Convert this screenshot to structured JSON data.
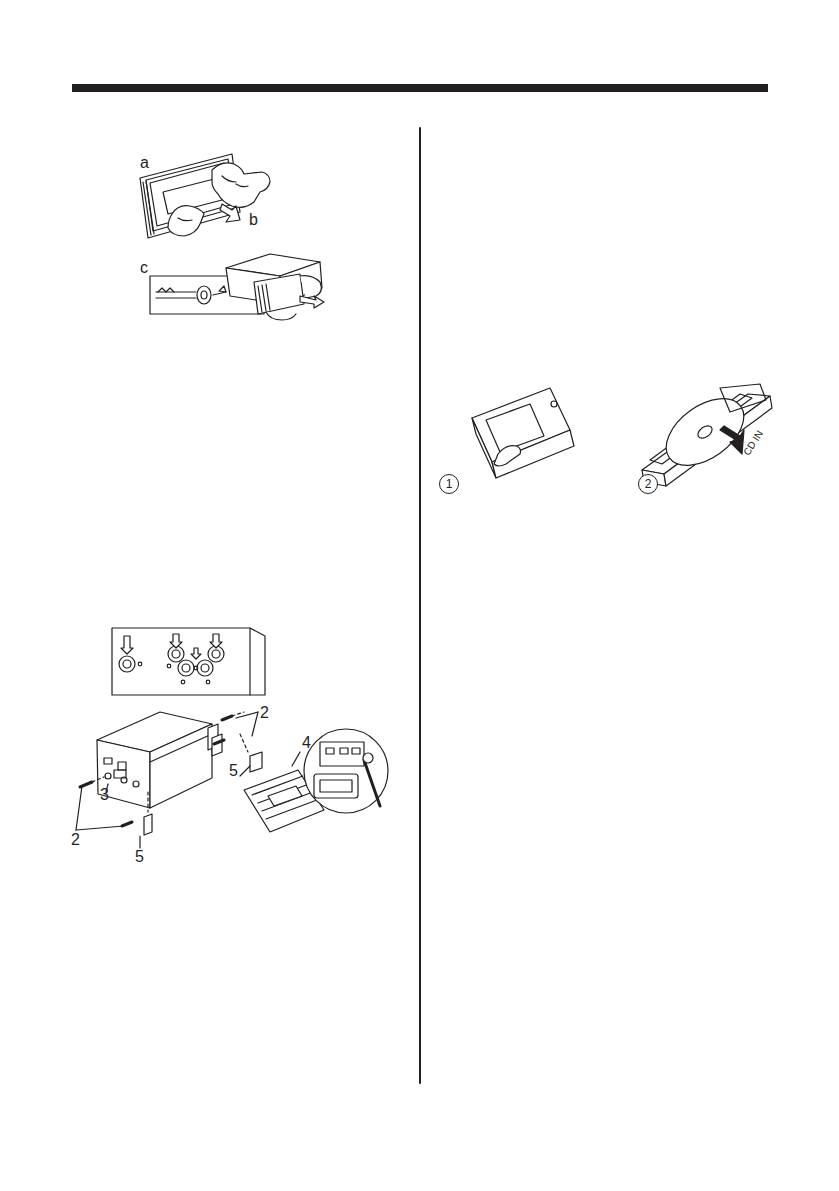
{
  "diagram": {
    "nodes": [
      {
        "text": [
          "1"
        ]
      },
      {
        "text": [
          "2"
        ]
      }
    ],
    "labels": [
      "a",
      "b",
      "c",
      "2",
      "4",
      "5",
      "3",
      "2",
      "5",
      "CD IN"
    ]
  }
}
